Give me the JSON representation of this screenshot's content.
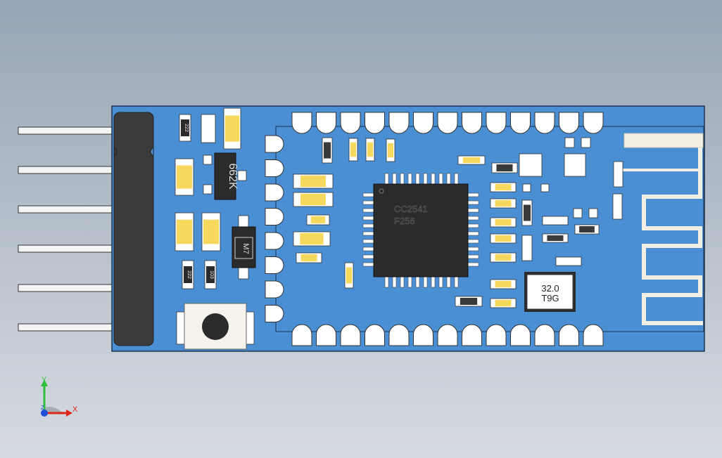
{
  "colors": {
    "board": "#4a8fd4",
    "board_edge": "#1c3550",
    "header": "#3b3b3b",
    "pin": "#f4f4f4",
    "pad": "#ffffff",
    "component_yellow": "#f6d85c",
    "ic_body": "#2b2b2b",
    "axis_x": "#e0261b",
    "axis_y": "#2fbf3a",
    "axis_z": "#1d4fd8"
  },
  "main_ic": {
    "line1": "CC2541",
    "line2": "F256"
  },
  "crystal": {
    "line1": "32.0",
    "line2": "T9G"
  },
  "regulator": {
    "marking": "662K"
  },
  "diode": {
    "marking": "M7"
  },
  "small_markings": [
    "222",
    "222",
    "103"
  ],
  "axis": {
    "x_label": "X",
    "y_label": "Y",
    "z_label": "Z"
  }
}
